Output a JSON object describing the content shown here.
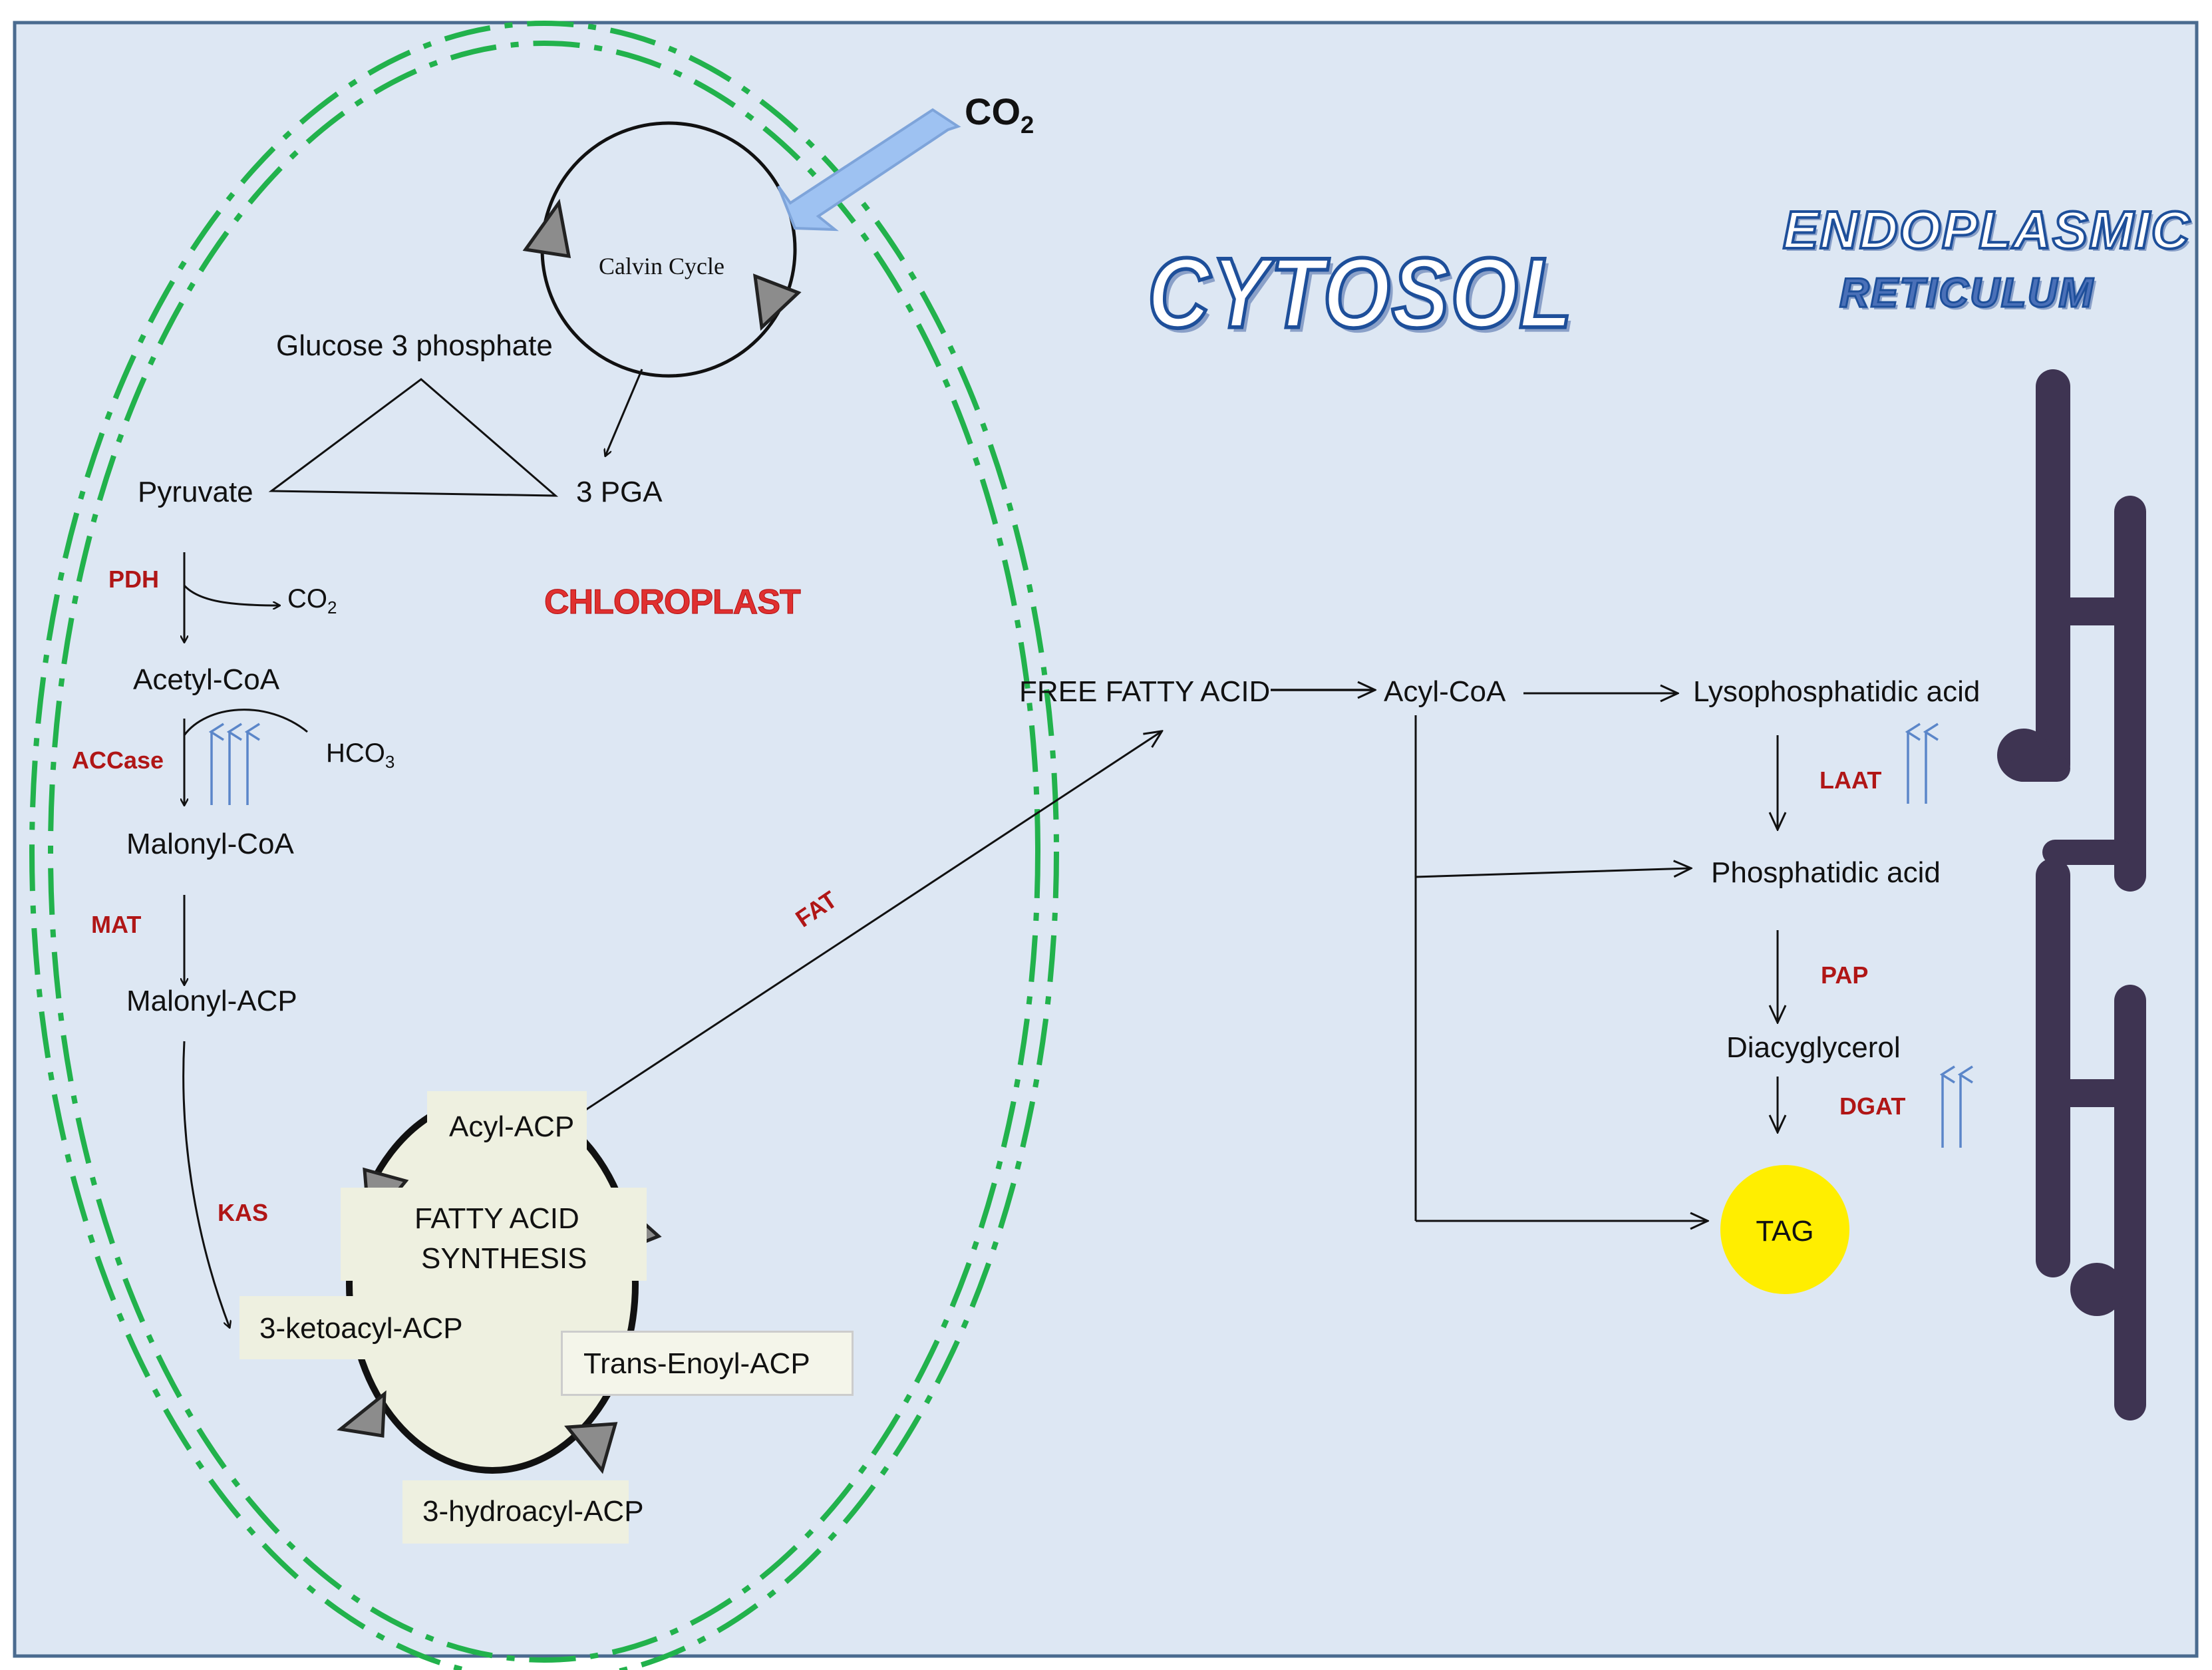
{
  "compartments": {
    "cytosol": "CYTOSOL",
    "er_line1": "ENDOPLASMIC",
    "er_line2": "RETICULUM",
    "chloroplast": "CHLOROPLAST"
  },
  "calvin": {
    "cycle_label": "Calvin Cycle",
    "co2_input": "CO",
    "co2_input_sub": "2"
  },
  "metabolites": {
    "glucose3p": "Glucose 3 phosphate",
    "pyruvate": "Pyruvate",
    "pga": "3 PGA",
    "co2_release": "CO",
    "co2_release_sub": "2",
    "acetyl_coa": "Acetyl-CoA",
    "hco3": "HCO",
    "hco3_sub": "3",
    "malonyl_coa": "Malonyl-CoA",
    "malonyl_acp": "Malonyl-ACP",
    "ketoacyl_acp": "3-ketoacyl-ACP",
    "acyl_acp": "Acyl-ACP",
    "trans_enoyl_acp": "Trans-Enoyl-ACP",
    "hydroacyl_acp": "3-hydroacyl-ACP",
    "fas_line1": "FATTY ACID",
    "fas_line2": "SYNTHESIS",
    "free_fatty_acid": "FREE FATTY ACID",
    "acyl_coa": "Acyl-CoA",
    "lysophosphatidic_acid": "Lysophosphatidic acid",
    "phosphatidic_acid": "Phosphatidic acid",
    "diacylglycerol": "Diacyglycerol",
    "tag": "TAG"
  },
  "enzymes": {
    "pdh": "PDH",
    "accase": "ACCase",
    "mat": "MAT",
    "kas": "KAS",
    "fat": "FAT",
    "laat": "LAAT",
    "pap": "PAP",
    "dgat": "DGAT"
  },
  "colors": {
    "background": "#dde7f3",
    "frame": "#4a6b8f",
    "membrane": "#22b24c",
    "enzyme": "#b01616",
    "upregulation": "#5b86c9",
    "er": "#3e3452",
    "tag": "#ffee00",
    "co2_arrow": "#9ec2f2"
  }
}
